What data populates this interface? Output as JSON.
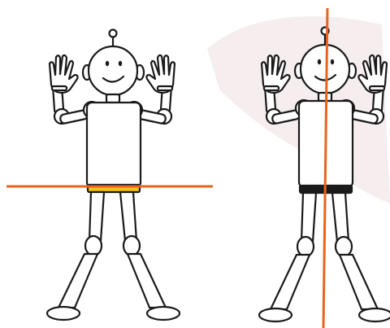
{
  "colors": {
    "outline": "#1a1a1a",
    "fill": "#ffffff",
    "background": "#ffffff",
    "background_tint": "#f6eeee",
    "axis_line": "#e8641c",
    "waist_highlight": "#f2c21a"
  },
  "figures": [
    {
      "name": "figure-left",
      "axis": "horizontal",
      "description_icon": "robot-figure-horizontal-axis-icon"
    },
    {
      "name": "figure-right",
      "axis": "vertical",
      "description_icon": "robot-figure-vertical-axis-icon"
    }
  ]
}
